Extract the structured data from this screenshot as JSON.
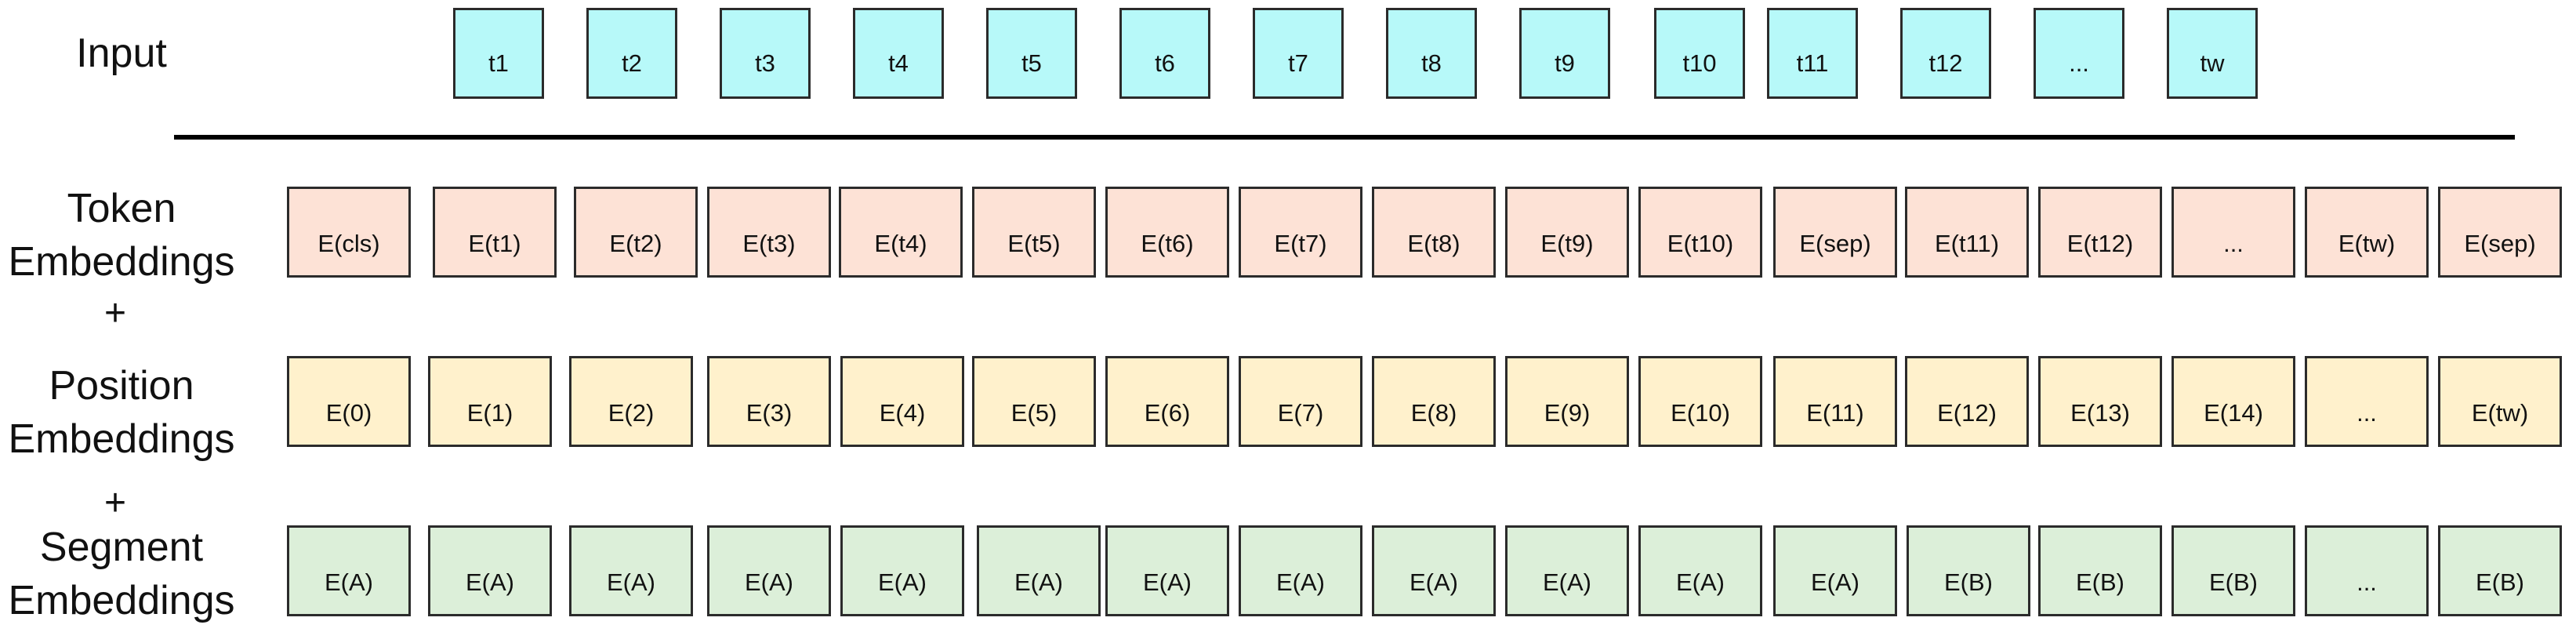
{
  "labels": {
    "input": "Input",
    "token": [
      "Token",
      "Embeddings"
    ],
    "position": [
      "Position",
      "Embeddings"
    ],
    "segment": [
      "Segment",
      "Embeddings"
    ],
    "plus": "+"
  },
  "colors": {
    "input": "#b7f9f9",
    "token": "#fde2d6",
    "position": "#fff1cc",
    "segment": "#dcefd9"
  },
  "input_tokens": [
    "t1",
    "t2",
    "t3",
    "t4",
    "t5",
    "t6",
    "t7",
    "t8",
    "t9",
    "t10",
    "t11",
    "t12",
    "...",
    "tw"
  ],
  "token_embeddings": [
    "E(cls)",
    "E(t1)",
    "E(t2)",
    "E(t3)",
    "E(t4)",
    "E(t5)",
    "E(t6)",
    "E(t7)",
    "E(t8)",
    "E(t9)",
    "E(t10)",
    "E(sep)",
    "E(t11)",
    "E(t12)",
    "...",
    "E(tw)",
    "E(sep)"
  ],
  "position_embeddings": [
    "E(0)",
    "E(1)",
    "E(2)",
    "E(3)",
    "E(4)",
    "E(5)",
    "E(6)",
    "E(7)",
    "E(8)",
    "E(9)",
    "E(10)",
    "E(11)",
    "E(12)",
    "E(13)",
    "E(14)",
    "...",
    "E(tw)"
  ],
  "segment_embeddings": [
    "E(A)",
    "E(A)",
    "E(A)",
    "E(A)",
    "E(A)",
    "E(A)",
    "E(A)",
    "E(A)",
    "E(A)",
    "E(A)",
    "E(A)",
    "E(A)",
    "E(B)",
    "E(B)",
    "E(B)",
    "...",
    "E(B)"
  ]
}
